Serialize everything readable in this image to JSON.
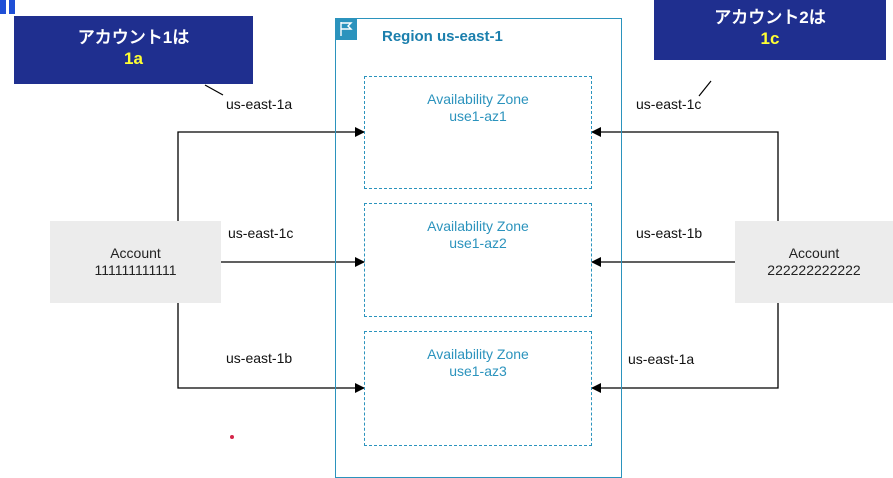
{
  "callout_left": {
    "line1": "アカウント1は",
    "line2": "1a"
  },
  "callout_right": {
    "line1": "アカウント2は",
    "line2": "1c"
  },
  "region": {
    "title": "Region us-east-1"
  },
  "zones": [
    {
      "line1": "Availability Zone",
      "line2": "use1-az1"
    },
    {
      "line1": "Availability Zone",
      "line2": "use1-az2"
    },
    {
      "line1": "Availability Zone",
      "line2": "use1-az3"
    }
  ],
  "account_left": {
    "label": "Account",
    "id": "111111111111"
  },
  "account_right": {
    "label": "Account",
    "id": "222222222222"
  },
  "left_labels": [
    "us-east-1a",
    "us-east-1c",
    "us-east-1b"
  ],
  "right_labels": [
    "us-east-1c",
    "us-east-1b",
    "us-east-1a"
  ],
  "colors": {
    "accent": "#2b93bd",
    "callout_bg": "#1f2f8f",
    "callout_highlight": "#ffff33"
  }
}
